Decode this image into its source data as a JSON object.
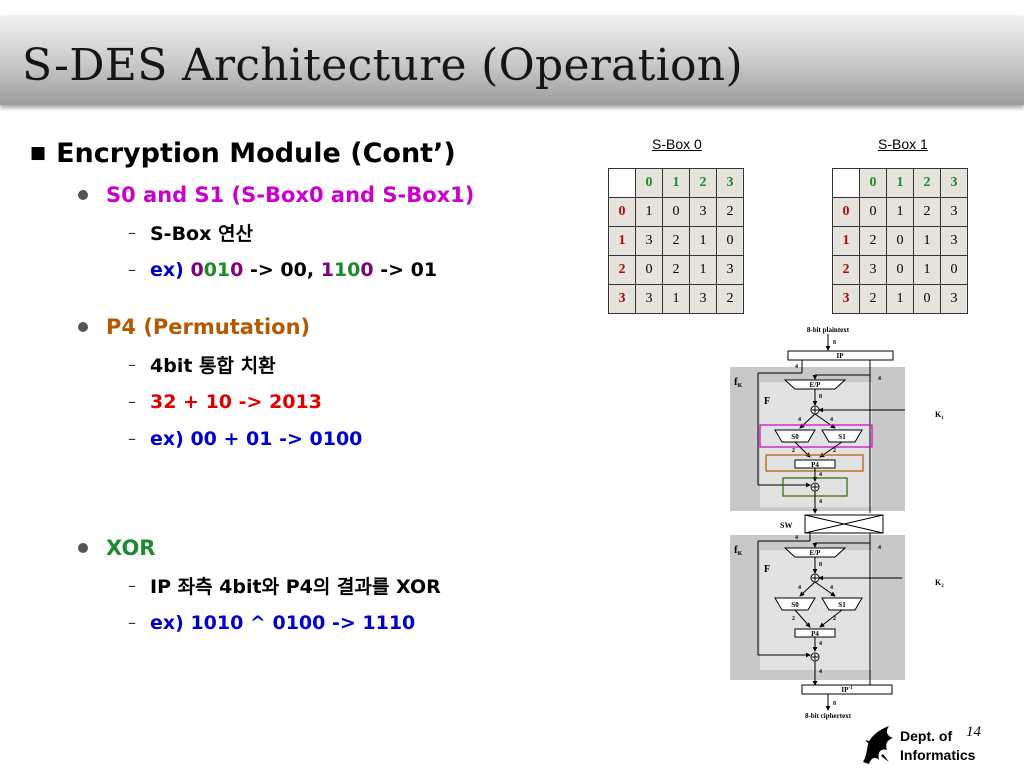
{
  "slide": {
    "title": "S-DES Architecture (Operation)",
    "page_number": "14",
    "dept": [
      "Dept. of",
      "Informatics"
    ]
  },
  "content": {
    "heading": "Encryption Module (Cont’)",
    "sections": [
      {
        "label": "S0 and S1 (S-Box0 and S-Box1)",
        "items": [
          {
            "text": "S-Box 연산"
          },
          {
            "prefix": "ex) ",
            "a1": "0",
            "a2": "01",
            "a3": "0",
            "mid": " -> 00, ",
            "b1": "1",
            "b2": "10",
            "b3": "0",
            "end": " -> 01"
          }
        ]
      },
      {
        "label": "P4 (Permutation)",
        "items": [
          {
            "text": "4bit 통합 치환"
          },
          {
            "text": "32 + 10 -> 2013"
          },
          {
            "text": "ex) 00 + 01 -> 0100"
          }
        ]
      },
      {
        "label": "XOR",
        "items": [
          {
            "text": "IP 좌측 4bit와 P4의 결과를 XOR"
          },
          {
            "text": "ex) 1010 ^ 0100 -> 1110"
          }
        ]
      }
    ]
  },
  "sbox0": {
    "label": "S-Box 0",
    "header": [
      "0",
      "1",
      "2",
      "3"
    ],
    "rows": [
      {
        "h": "0",
        "v": [
          "1",
          "0",
          "3",
          "2"
        ]
      },
      {
        "h": "1",
        "v": [
          "3",
          "2",
          "1",
          "0"
        ]
      },
      {
        "h": "2",
        "v": [
          "0",
          "2",
          "1",
          "3"
        ]
      },
      {
        "h": "3",
        "v": [
          "3",
          "1",
          "3",
          "2"
        ]
      }
    ]
  },
  "sbox1": {
    "label": "S-Box 1",
    "header": [
      "0",
      "1",
      "2",
      "3"
    ],
    "rows": [
      {
        "h": "0",
        "v": [
          "0",
          "1",
          "2",
          "3"
        ]
      },
      {
        "h": "1",
        "v": [
          "2",
          "0",
          "1",
          "3"
        ]
      },
      {
        "h": "2",
        "v": [
          "3",
          "0",
          "1",
          "0"
        ]
      },
      {
        "h": "3",
        "v": [
          "2",
          "1",
          "0",
          "3"
        ]
      }
    ]
  },
  "diagram": {
    "plaintext": "8-bit plaintext",
    "ciphertext": "8-bit ciphertext",
    "ip": "IP",
    "ip_inv": "IP",
    "ip_inv_sup": "-1",
    "fk": "f",
    "fk_sub": "K",
    "f": "F",
    "ep": "E/P",
    "s0": "S0",
    "s1": "S1",
    "p4": "P4",
    "sw": "SW",
    "k1": "K",
    "k1_sub": "1",
    "k2": "K",
    "k2_sub": "2",
    "n8": "8",
    "n4": "4",
    "n2": "2",
    "highlight_colors": {
      "sbox": "#cc00cc",
      "p4": "#b35900",
      "xor": "#336600"
    }
  }
}
